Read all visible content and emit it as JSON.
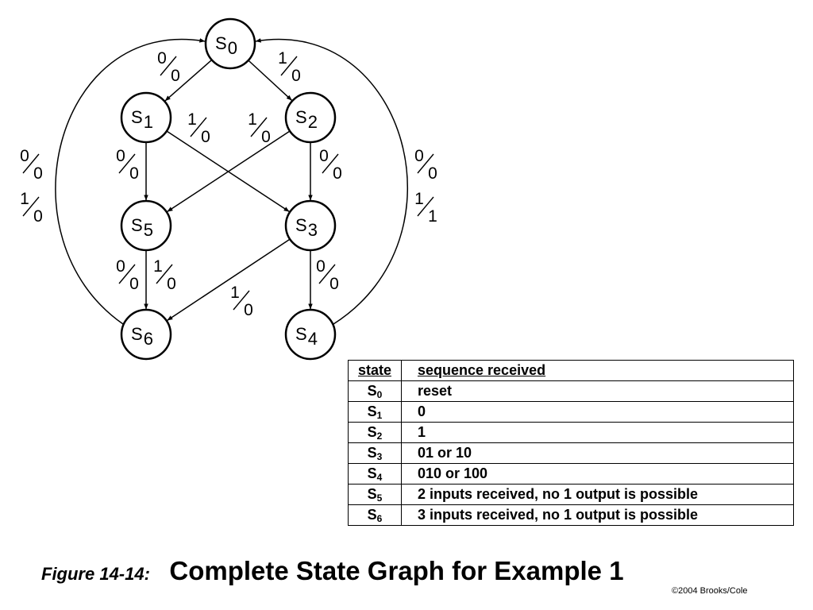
{
  "graph": {
    "states": [
      {
        "id": "S0",
        "name": "S",
        "sub": "0"
      },
      {
        "id": "S1",
        "name": "S",
        "sub": "1"
      },
      {
        "id": "S2",
        "name": "S",
        "sub": "2"
      },
      {
        "id": "S5",
        "name": "S",
        "sub": "5"
      },
      {
        "id": "S3",
        "name": "S",
        "sub": "3"
      },
      {
        "id": "S6",
        "name": "S",
        "sub": "6"
      },
      {
        "id": "S4",
        "name": "S",
        "sub": "4"
      }
    ],
    "transitions": [
      {
        "from": "S0",
        "to": "S1",
        "input": "0",
        "output": "0"
      },
      {
        "from": "S0",
        "to": "S2",
        "input": "1",
        "output": "0"
      },
      {
        "from": "S1",
        "to": "S5",
        "input": "0",
        "output": "0"
      },
      {
        "from": "S1",
        "to": "S3",
        "input": "1",
        "output": "0"
      },
      {
        "from": "S2",
        "to": "S5",
        "input": "1",
        "output": "0"
      },
      {
        "from": "S2",
        "to": "S3",
        "input": "0",
        "output": "0"
      },
      {
        "from": "S5",
        "to": "S6",
        "inputs": [
          {
            "input": "0",
            "output": "0"
          },
          {
            "input": "1",
            "output": "0"
          }
        ]
      },
      {
        "from": "S3",
        "to": "S6",
        "input": "1",
        "output": "0"
      },
      {
        "from": "S3",
        "to": "S4",
        "input": "0",
        "output": "0"
      },
      {
        "from": "S6",
        "to": "S0",
        "inputs": [
          {
            "input": "0",
            "output": "0"
          },
          {
            "input": "1",
            "output": "0"
          }
        ]
      },
      {
        "from": "S4",
        "to": "S0",
        "inputs": [
          {
            "input": "0",
            "output": "0"
          },
          {
            "input": "1",
            "output": "1"
          }
        ]
      }
    ]
  },
  "table": {
    "headers": [
      "state",
      "sequence received"
    ],
    "rows": [
      {
        "state": "S",
        "sub": "0",
        "sequence": "reset"
      },
      {
        "state": "S",
        "sub": "1",
        "sequence": "0"
      },
      {
        "state": "S",
        "sub": "2",
        "sequence": "1"
      },
      {
        "state": "S",
        "sub": "3",
        "sequence": "01 or 10"
      },
      {
        "state": "S",
        "sub": "4",
        "sequence": "010 or 100"
      },
      {
        "state": "S",
        "sub": "5",
        "sequence": "2 inputs received, no 1 output is possible"
      },
      {
        "state": "S",
        "sub": "6",
        "sequence": "3 inputs received, no 1 output is possible"
      }
    ]
  },
  "caption": {
    "label": "Figure 14-14:",
    "title": "Complete State Graph for Example 1"
  },
  "copyright": "©2004 Brooks/Cole"
}
